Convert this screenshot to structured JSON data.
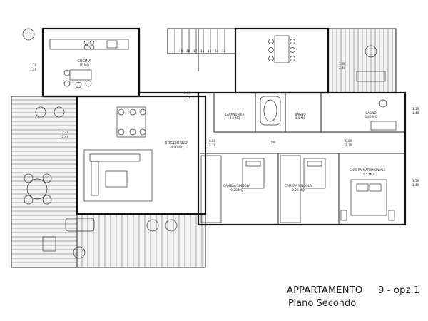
{
  "title": {
    "apartment": "APPARTAMENTO",
    "number": "9 - opz.1",
    "floor": "Piano Secondo"
  },
  "rooms": {
    "cucina": {
      "name": "CUCINA",
      "area": "10 MQ"
    },
    "soggiorno": {
      "name": "SOGGIORNO",
      "area": "34.40 MQ"
    },
    "lavanderia": {
      "name": "LAVANDERIA",
      "area": "4.0 MQ"
    },
    "bagno1": {
      "name": "BAGNO",
      "area": "4.4 MQ"
    },
    "bagno2": {
      "name": "BAGNO",
      "area": "5.40 MQ"
    },
    "dis": {
      "name": "DIS"
    },
    "camera_singola_1": {
      "name": "CAMERA SINGOLA",
      "area": "9.20 MQ"
    },
    "camera_singola_2": {
      "name": "CAMERA SINGOLA",
      "area": "9.20 MQ"
    },
    "camera_matrimoniale": {
      "name": "CAMERA MATRIMONIALE",
      "area": "15.5 MQ"
    }
  },
  "dimensions": {
    "kitchen_window": [
      "1.20",
      "1.40"
    ],
    "living_window": [
      "2.40",
      "2.40"
    ],
    "top_right_window": [
      "1.80",
      "2.40"
    ],
    "right_window_1": [
      "1.10",
      "1.40"
    ],
    "right_window_2": [
      "1.50",
      "1.40"
    ],
    "door_1": [
      "0.80",
      "2.10"
    ],
    "door_2": [
      "0.80",
      "2.10"
    ],
    "door_3": [
      "0.80",
      "2.10"
    ]
  },
  "stair_numbers": [
    "19",
    "18",
    "17",
    "16",
    "15",
    "14",
    "13"
  ]
}
